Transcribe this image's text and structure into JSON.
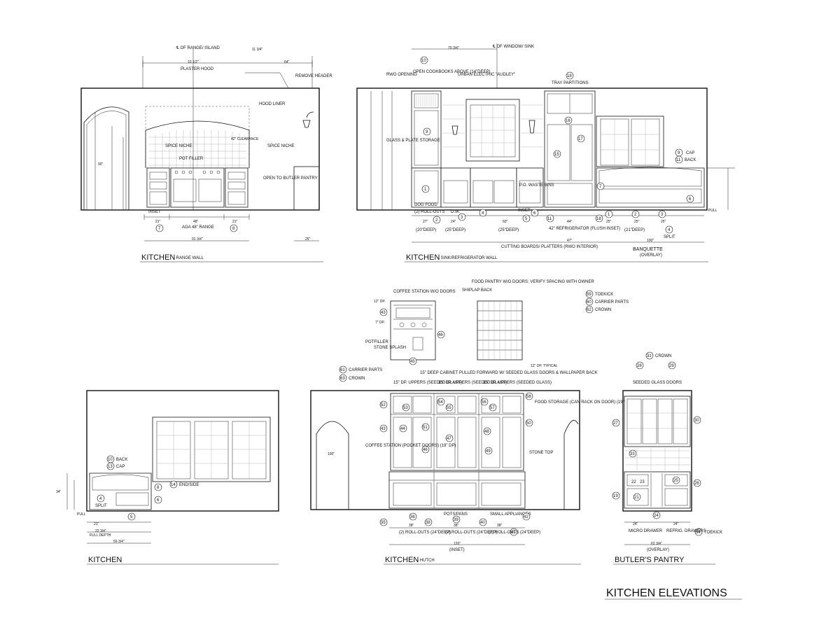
{
  "sheet_title": "KITCHEN ELEVATIONS",
  "range_wall": {
    "title": "KITCHEN",
    "subtitle": "- RANGE WALL",
    "labels": {
      "center_line": "℄ OF RANGE/ ISLAND",
      "dim_top": "11 3/4\"",
      "dim_left": "10 1/2\"",
      "dim_right": "64\"",
      "plaster_hood": "PLASTER HOOD",
      "remove_header": "REMOVE HEADER",
      "hood_liner": "HOOD LINER",
      "spice_niche_left": "SPICE NICHE",
      "spice_niche_right": "SPICE NICHE",
      "pot_filler": "POT FILLER",
      "clearance": "42\" CLEARANCE",
      "open_to_butler": "OPEN TO BUTLER PANTRY",
      "inset": "INSET",
      "range": "AGA 48\" RANGE",
      "d21a": "21\"",
      "d48": "48\"",
      "d21b": "21\"",
      "d90": "90\"",
      "d91": "91 3/4\"",
      "d25": "25\"",
      "tag7": "7",
      "tag8": "8"
    }
  },
  "sink_wall": {
    "title": "KITCHEN",
    "subtitle": "- SINK/REFRIGERATOR WALL",
    "labels": {
      "center_line": "℄ OF WINDOW/ SINK",
      "dim_top": "70 3/4\"",
      "tag10": "10",
      "cookbooks": "OPEN COOKBOOKS ABOVE (14\"DEEP)",
      "rwo_opening": "RWO OPENING",
      "urban_electric": "URBAN ELECTRIC \"AUDLEY\"",
      "tag18": "18",
      "tray_partitions": "TRAY PARTITIONS",
      "glass_plate": "GLASS & PLATE STORAGE",
      "tag9a": "9",
      "tag15": "15",
      "tag16": "16",
      "tag17": "17",
      "tag9b": "9",
      "cap": "CAP",
      "tag11": "11",
      "back": "BACK",
      "tag1": "1",
      "dog_food": "DOG FOOD",
      "po_waste": "P.O. WASTE BINS",
      "tag7": "7",
      "tag6": "6",
      "rollouts": "(2) ROLL-OUTS",
      "tag2": "2",
      "dw": "D.W.",
      "tag3": "3",
      "tag4": "4",
      "inset": "INSET",
      "tag5": "5",
      "tag6b": "6",
      "tag11b": "11",
      "tag18b": "18",
      "tag1b": "1",
      "tag2b": "2",
      "tag3b": "3",
      "tag4b": "4",
      "split": "SPLIT",
      "refrigerator": "42\" REFRIGERATOR (FLUSH INSET)",
      "deep20": "(20\"DEEP)",
      "deep25a": "(25\"DEEP)",
      "deep25b": "(25\"DEEP)",
      "deep21": "(21\"DEEP)",
      "cutting_boards": "CUTTING BOARDS/ PLATTERS (RWO INTERIOR)",
      "banquette": "BANQUETTE",
      "overlay": "(OVERLAY)",
      "pull": "PULL",
      "d27": "27\"",
      "d24": "24\"",
      "d60": "60\"",
      "d44": "44\"",
      "d25a": "25\"",
      "d25b": "25\"",
      "d25c": "25\"",
      "d47": "47\"",
      "d100": "100\""
    }
  },
  "kitchen_window": {
    "title": "KITCHEN",
    "subtitle": "-",
    "labels": {
      "tag10": "10",
      "back": "BACK",
      "tag13": "13",
      "cap": "CAP",
      "tag14": "14",
      "end_side": "END/SIDE",
      "tag8": "8",
      "tag6": "6",
      "tag4": "4",
      "split": "SPLIT",
      "tag5": "5",
      "pull": "PULL",
      "full_depth": "FULL DEPTH",
      "d21": "21\"",
      "d22": "22 3/4\"",
      "d59": "59 3/4\"",
      "d34": "34\""
    }
  },
  "hutch": {
    "title": "KITCHEN",
    "subtitle": "- HUTCH",
    "labels": {
      "coffee_station": "COFFEE STATION W/O DOORS",
      "dp12": "12\" DP.",
      "dp7": "7\" DP.",
      "tag43": "43",
      "tag46": "46",
      "potfiller": "POTFILLER",
      "stone_splash": "STONE SPLASH",
      "tag45": "45",
      "food_pantry": "FOOD PANTRY W/O DOORS: VERIFY SPACING WITH OWNER",
      "shiplap": "SHIPLAP BACK",
      "dp12_typ": "12\" DP. TYPICAL",
      "cab15": "15\" DEEP CABINET PULLED FORWARD W/ SEEDED GLASS DOORS & WALLPAPER BACK",
      "tag61": "61",
      "carrier_parts": "CARRIER PARTS",
      "tag63": "63",
      "crown": "CROWN",
      "upper1": "15\" DP. UPPERS (SEEDED GLASS)",
      "upper2": "15\" DP. UPPERS (SEEDED GLASS)",
      "upper3": "15\" DP. UPPERS (SEEDED GLASS)",
      "tag52": "52",
      "tag53": "53",
      "tag54": "54",
      "tag55": "55",
      "tag56": "56",
      "tag57": "57",
      "tag58": "58",
      "food_storage": "FOOD STORAGE (CAN RACK ON DOOR) (19\" DP.)",
      "tag50": "50",
      "tag43b": "43",
      "tag44": "44",
      "tag51": "51",
      "tag47": "47",
      "tag48": "48",
      "coffee_pocket": "COFFEE STATION (POCKET DOORS) (19\" DP)",
      "tag46b": "46",
      "tag49": "49",
      "stone_top": "STONE TOP",
      "tag35": "35",
      "tag36": "36",
      "pots_pans": "POTS/PANS",
      "tag39": "39",
      "tag38": "38",
      "tag40": "40",
      "small_appl": "SMALL APPLIANCES",
      "tag42": "42",
      "tag41": "41",
      "rollouts1": "(2) ROLL-OUTS (24\"DEEP)",
      "rollouts2": "(2) ROLL-OUTS (24\"DEEP)",
      "rollouts3": "(2) ROLL-OUTS (24\"DEEP)",
      "d38a": "38\"",
      "d38b": "38\"",
      "d38c": "38\"",
      "d120": "120\"",
      "inset": "(INSET)",
      "d100": "100\""
    }
  },
  "legend": [
    {
      "tag": "59",
      "text": "TOEKICK"
    },
    {
      "tag": "60",
      "text": "CARRIER PARTS"
    },
    {
      "tag": "62",
      "text": "CROWN"
    }
  ],
  "butlers_pantry": {
    "title": "BUTLER'S PANTRY",
    "labels": {
      "tag31": "31",
      "crown": "CROWN",
      "tag28": "28",
      "tag29": "29",
      "seeded": "SEEDED GLASS DOORS",
      "tag27": "27",
      "tag30": "30",
      "tag33": "33",
      "tag22": "22",
      "tag23": "23",
      "tag25": "25",
      "tag26": "26",
      "tag19": "19",
      "tag21": "21",
      "tag24": "24",
      "tag34": "34",
      "toekick": "TOEKICK",
      "micro": "MICRO DRAWER",
      "refrig": "REFRIG. DRAWERS",
      "d24a": "24\"",
      "d24b": "24\"",
      "d62": "62 3/4\"",
      "overlay": "(OVERLAY)"
    }
  }
}
